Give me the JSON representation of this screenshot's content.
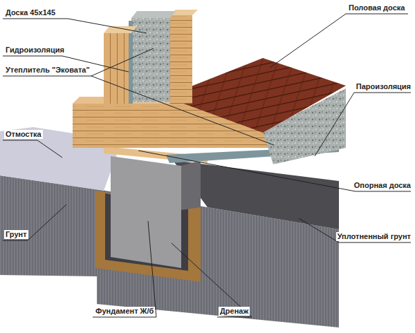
{
  "diagram": {
    "labels": [
      "Доска 45х145",
      "Половая доска",
      "Гидроизоляция",
      "Утеплитель \"Эковата\"",
      "Пароизоляция",
      "Отмостка",
      "Опорная доска",
      "Уплотненный грунт",
      "Грунт",
      "Фундамент Ж/б",
      "Дренаж"
    ]
  }
}
